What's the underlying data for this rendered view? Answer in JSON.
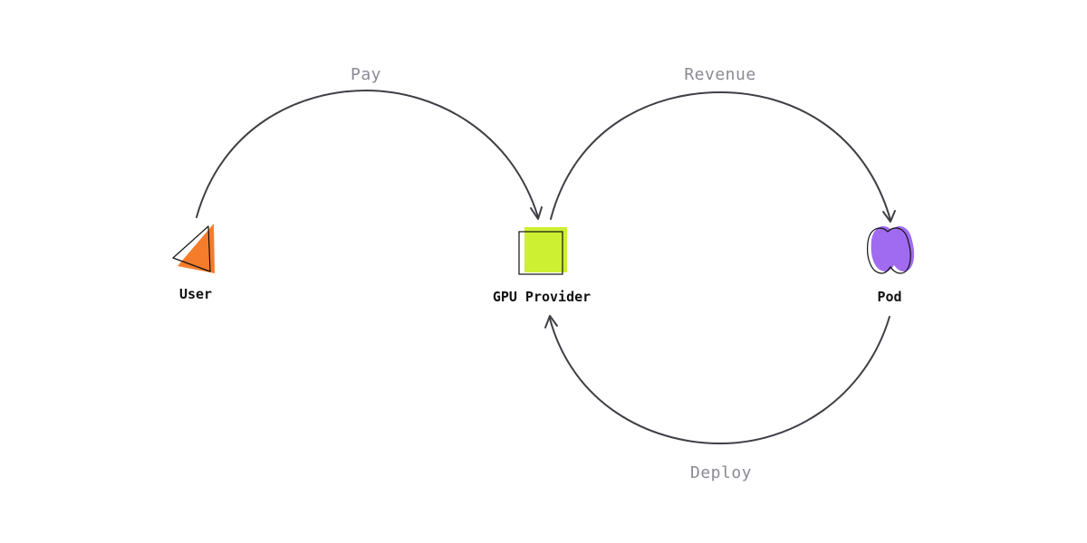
{
  "nodes": {
    "user": {
      "label": "User",
      "color": "#f57c2b",
      "icon": "triangle-icon"
    },
    "gpu_provider": {
      "label": "GPU Provider",
      "color": "#cdf032",
      "icon": "square-icon"
    },
    "pod": {
      "label": "Pod",
      "color": "#a06bf0",
      "icon": "blob-icon"
    }
  },
  "edges": {
    "pay": {
      "label": "Pay",
      "from": "User",
      "to": "GPU Provider"
    },
    "revenue": {
      "label": "Revenue",
      "from": "GPU Provider",
      "to": "Pod"
    },
    "deploy": {
      "label": "Deploy",
      "from": "Pod",
      "to": "GPU Provider"
    }
  },
  "colors": {
    "edge_stroke": "#3f3f46",
    "edge_label": "#8a8a96"
  }
}
